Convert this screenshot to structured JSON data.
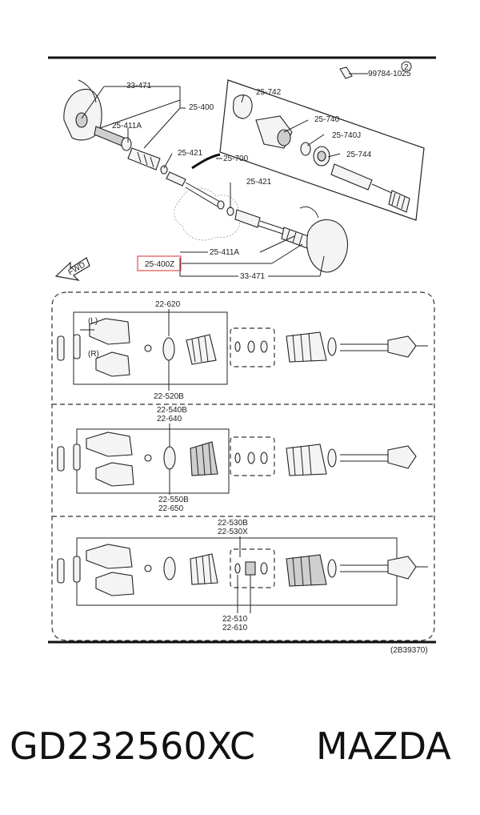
{
  "diagram": {
    "callouts": {
      "c33471_top": "33-471",
      "c25400": "25-400",
      "c25411a_top": "25-411A",
      "c25421_a": "25-421",
      "c25421_b": "25-421",
      "c25742": "25-742",
      "c25740": "25-740",
      "c25740j": "25-740J",
      "c25744": "25-744",
      "c25700": "25-700",
      "c99784": "99784-1025",
      "c2": "2",
      "c25411a_bot": "25-411A",
      "c25400z": "25-400Z",
      "c33471_bot": "33-471",
      "fwd": "FWD"
    },
    "panel1": {
      "top": "22-620",
      "bottom": "22-520B",
      "left_l": "(L)",
      "left_r": "(R)"
    },
    "panel2": {
      "top1": "22-540B",
      "top2": "22-640",
      "bottom1": "22-550B",
      "bottom2": "22-650"
    },
    "panel3": {
      "top1": "22-530B",
      "top2": "22-530X",
      "bottom1": "22-510",
      "bottom2": "22-610"
    },
    "ref_code": "(2B39370)",
    "highlight_color": "#e05050"
  },
  "caption": {
    "part_number": "GD232560XC",
    "brand": "MAZDA"
  }
}
